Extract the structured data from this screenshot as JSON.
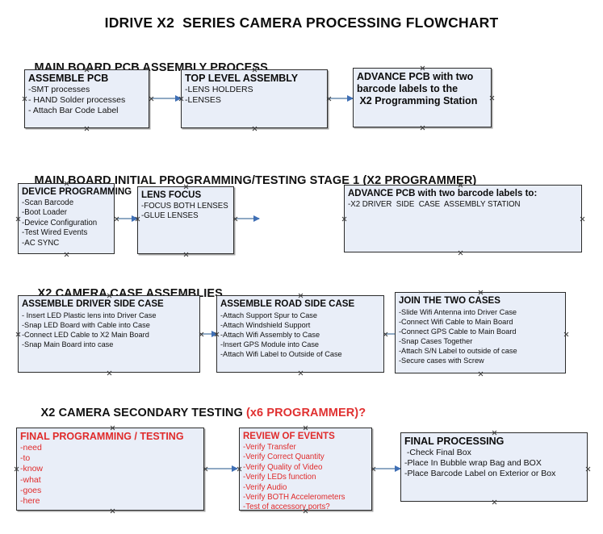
{
  "title": "IDRIVE X2  SERIES CAMERA PROCESSING FLOWCHART",
  "colors": {
    "box_fill": "#e9eef8",
    "box_border": "#2b2b2b",
    "connector": "#8fa9c4",
    "arrowhead": "#3f6fb5",
    "accent_red": "#e02b2b",
    "text": "#111111",
    "background": "#ffffff"
  },
  "sections": [
    {
      "heading": "MAIN BOARD PCB ASSEMBLY PROCESS",
      "heading_accent": "",
      "boxes": [
        {
          "title": "ASSEMBLE PCB",
          "lines": [
            "-SMT processes",
            "- HAND Solder processes",
            "- Attach Bar Code Label"
          ]
        },
        {
          "title": "TOP LEVEL ASSEMBLY",
          "lines": [
            "-LENS HOLDERS",
            "-LENSES"
          ]
        },
        {
          "title": "ADVANCE PCB with two",
          "lines": [
            "barcode labels to the",
            " X2 Programming Station"
          ]
        }
      ]
    },
    {
      "heading": "MAIN BOARD INITIAL PROGRAMMING/TESTING STAGE 1 (X2 PROGRAMMER)",
      "heading_accent": "",
      "boxes": [
        {
          "title": "DEVICE PROGRAMMING",
          "lines": [
            "-Scan Barcode",
            "-Boot Loader",
            "-Device Configuration",
            "-Test Wired Events",
            "-AC SYNC"
          ]
        },
        {
          "title": "LENS FOCUS",
          "lines": [
            "-FOCUS BOTH LENSES",
            "-GLUE LENSES"
          ]
        },
        {
          "title": "ADVANCE PCB with two barcode labels to:",
          "lines": [
            "-X2 DRIVER  SIDE  CASE  ASSEMBLY STATION"
          ]
        }
      ]
    },
    {
      "heading": "X2 CAMERA CASE ASSEMBLIES",
      "heading_accent": "",
      "boxes": [
        {
          "title": "ASSEMBLE DRIVER SIDE CASE",
          "lines": [
            "- Insert LED Plastic lens into Driver Case",
            "-Snap LED Board with Cable into Case",
            "-Connect LED Cable to X2 Main Board",
            "-Snap Main Board into case"
          ]
        },
        {
          "title": "ASSEMBLE ROAD SIDE CASE",
          "lines": [
            "-Attach Support Spur to Case",
            "-Attach Windshield Support",
            "-Attach Wifi Assembly to Case",
            "-Insert GPS Module into Case",
            "-Attach Wifi Label to Outside of Case"
          ]
        },
        {
          "title": "JOIN THE TWO CASES",
          "lines": [
            "-Slide Wifi Antenna into Driver Case",
            "-Connect Wifi Cable to Main Board",
            "-Connect GPS Cable to Main Board",
            "-Snap Cases Together",
            "-Attach S/N Label to outside of case",
            "-Secure cases with Screw"
          ]
        }
      ]
    },
    {
      "heading": "X2 CAMERA SECONDARY TESTING ",
      "heading_accent": "(x6 PROGRAMMER)?",
      "boxes": [
        {
          "title": "FINAL PROGRAMMING / TESTING",
          "lines": [
            "-need",
            "-to",
            "-know",
            "-what",
            "-goes",
            "-here"
          ]
        },
        {
          "title": "REVIEW OF EVENTS",
          "lines": [
            "-Verify Transfer",
            "-Verify Correct Quantity",
            "-Verify Quality of Video",
            "-Verify LEDs function",
            "-Verify Audio",
            "-Verify BOTH Accelerometers",
            "-Test of accessory ports?"
          ]
        },
        {
          "title": "FINAL PROCESSING",
          "lines": [
            " -Check Final Box",
            "-Place In Bubble wrap Bag and BOX",
            "-Place Barcode Label on Exterior or Box"
          ]
        }
      ]
    }
  ]
}
